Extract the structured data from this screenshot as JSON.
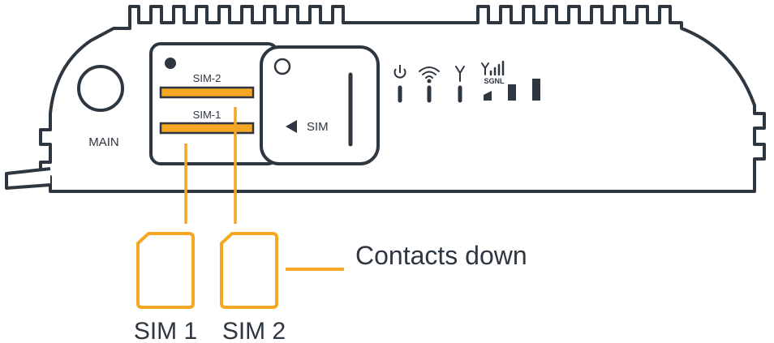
{
  "colors": {
    "outline": "#2e3640",
    "accent": "#f5a623",
    "background": "#ffffff"
  },
  "device": {
    "antenna_label": "MAIN",
    "slot_top_label": "SIM-2",
    "slot_bottom_label": "SIM-1",
    "tray_label": "SIM",
    "tray_arrow_icon": "arrow-left-icon",
    "indicators": [
      {
        "name": "power",
        "icon": "power-icon"
      },
      {
        "name": "wifi",
        "icon": "wifi-icon"
      },
      {
        "name": "antenna",
        "icon": "antenna-icon"
      },
      {
        "name": "signal",
        "icon": "signal-bars-icon",
        "label": "SGNL"
      }
    ]
  },
  "cards": {
    "card1_label": "SIM 1",
    "card2_label": "SIM 2",
    "note": "Contacts down"
  }
}
